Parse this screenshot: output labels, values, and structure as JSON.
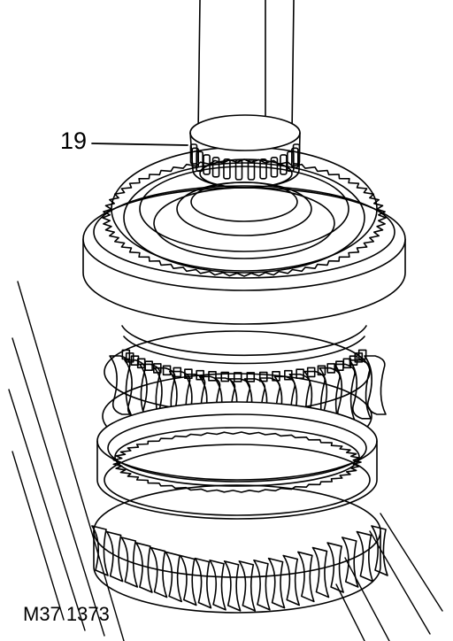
{
  "callout": {
    "number": "19"
  },
  "figure_ref": "M37 1373",
  "icons": {
    "illustration": "gearbox-mainshaft-assembly",
    "callout_leader": "leader-line"
  }
}
